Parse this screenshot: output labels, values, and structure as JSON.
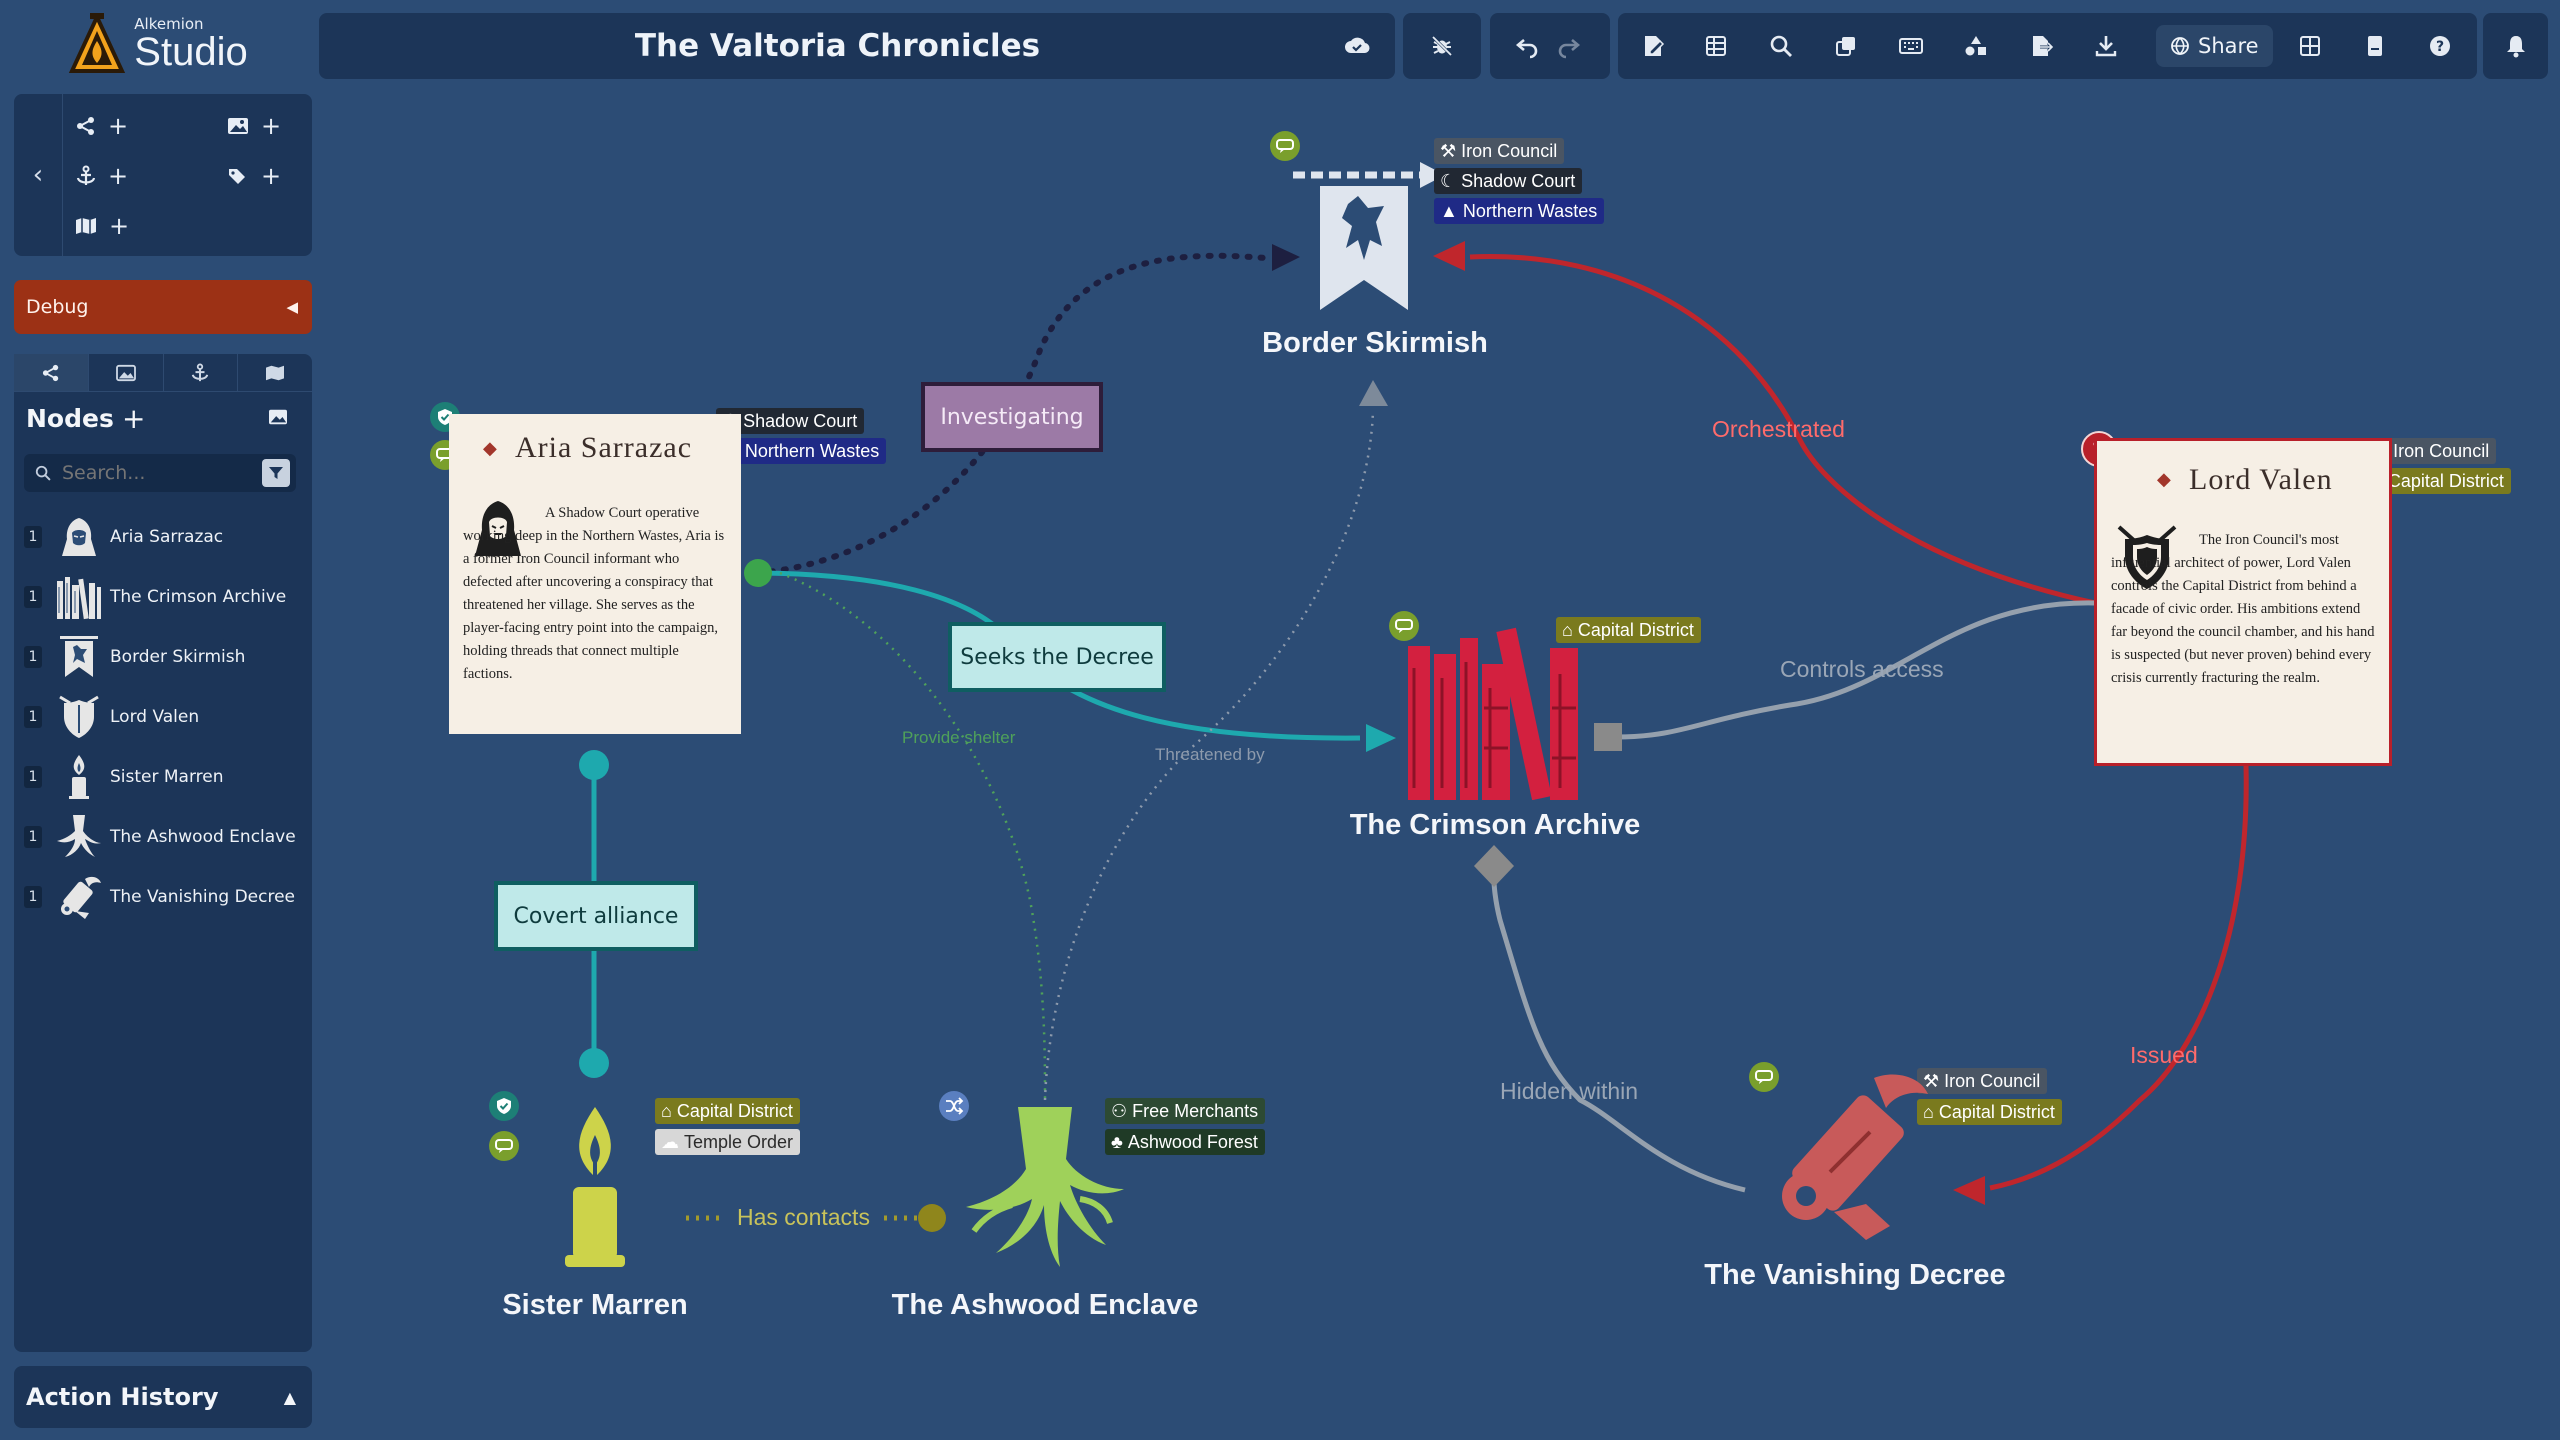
{
  "app": {
    "brand_small": "Alkemion",
    "brand_big": "Studio",
    "project_title": "The Valtoria Chronicles",
    "share_label": "Share"
  },
  "sidebar": {
    "debug_label": "Debug",
    "nodes_title": "Nodes",
    "search_placeholder": "Search...",
    "action_history_label": "Action History",
    "nodes": [
      {
        "count": "1",
        "label": "Aria Sarrazac",
        "icon": "hooded-figure-icon"
      },
      {
        "count": "1",
        "label": "The Crimson Archive",
        "icon": "bookshelf-icon"
      },
      {
        "count": "1",
        "label": "Border Skirmish",
        "icon": "wolf-banner-icon"
      },
      {
        "count": "1",
        "label": "Lord Valen",
        "icon": "shield-icon"
      },
      {
        "count": "1",
        "label": "Sister Marren",
        "icon": "candle-icon"
      },
      {
        "count": "1",
        "label": "The Ashwood Enclave",
        "icon": "tree-roots-icon"
      },
      {
        "count": "1",
        "label": "The Vanishing Decree",
        "icon": "scroll-icon"
      }
    ]
  },
  "canvas": {
    "nodes": {
      "border_skirmish": {
        "label": "Border Skirmish",
        "tags": [
          "Iron Council",
          "Shadow Court",
          "Northern Wastes"
        ]
      },
      "aria": {
        "title": "Aria Sarrazac",
        "tags": [
          "Shadow Court",
          "Northern Wastes"
        ],
        "description": "A Shadow Court operative working deep in the Northern Wastes, Aria is a former Iron Council informant who defected after uncovering a conspiracy that threatened her village. She serves as the player-facing entry point into the campaign, holding threads that connect multiple factions."
      },
      "lord_valen": {
        "title": "Lord Valen",
        "tags": [
          "Iron Council",
          "Capital District"
        ],
        "description": "The Iron Council's most influential architect of power, Lord Valen controls the Capital District from behind a facade of civic order. His ambitions extend far beyond the council chamber, and his hand is suspected (but never proven) behind every crisis currently fracturing the realm."
      },
      "crimson_archive": {
        "label": "The Crimson Archive",
        "tags": [
          "Capital District"
        ]
      },
      "sister_marren": {
        "label": "Sister Marren",
        "tags": [
          "Capital District",
          "Temple Order"
        ]
      },
      "ashwood_enclave": {
        "label": "The Ashwood Enclave",
        "tags": [
          "Free Merchants",
          "Ashwood Forest"
        ]
      },
      "vanishing_decree": {
        "label": "The Vanishing Decree",
        "tags": [
          "Iron Council",
          "Capital District"
        ]
      }
    },
    "edges": {
      "investigating": "Investigating",
      "seeks_decree": "Seeks the Decree",
      "covert_alliance": "Covert alliance",
      "orchestrated": "Orchestrated",
      "controls_access": "Controls access",
      "issued": "Issued",
      "hidden_within": "Hidden within",
      "has_contacts": "Has contacts",
      "provide_shelter": "Provide shelter",
      "threatened_by": "Threatened by"
    }
  },
  "colors": {
    "canvas_bg": "#2c4c75",
    "panel_bg": "#1c3558",
    "debug_bg": "#9c3115",
    "teal": "#1ea9ae",
    "red_edge": "#c0262c",
    "crimson": "#d3203f",
    "candle": "#cdd34a",
    "tree": "#9fd15a",
    "decree": "#c85a5a"
  }
}
